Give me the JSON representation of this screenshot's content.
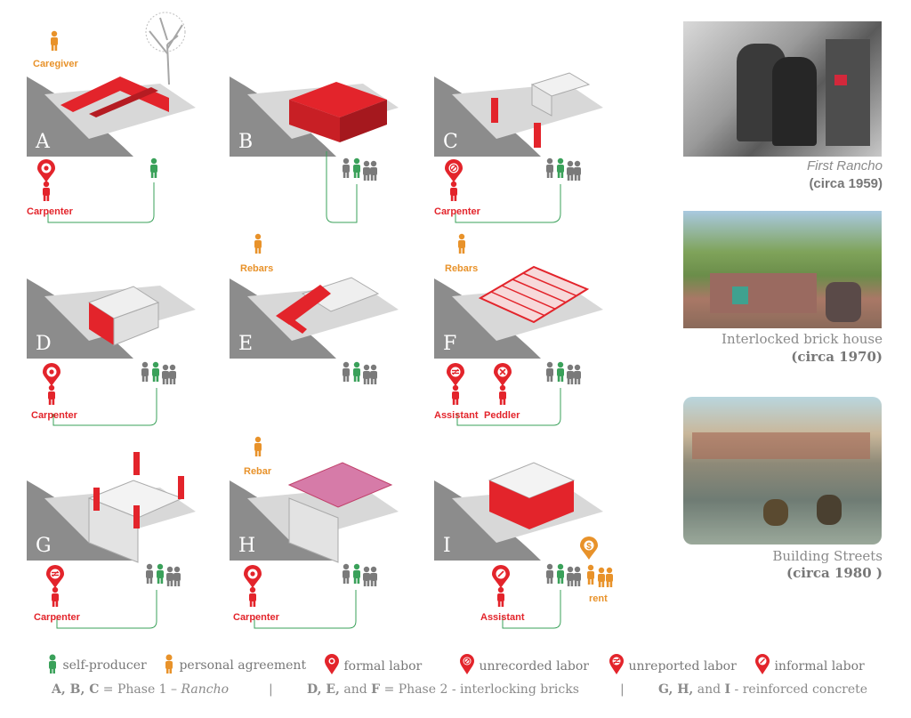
{
  "panels": [
    {
      "letter": "A",
      "label_top": "Caregiver",
      "label_bottom": "Carpenter",
      "bottom_icon": "formal-labor-icon"
    },
    {
      "letter": "B",
      "label_top": "",
      "label_bottom": "",
      "bottom_icon": ""
    },
    {
      "letter": "C",
      "label_top": "",
      "label_bottom": "Carpenter",
      "bottom_icon": "unrecorded-labor-icon"
    },
    {
      "letter": "D",
      "label_top": "",
      "label_bottom": "Carpenter",
      "bottom_icon": "formal-labor-icon"
    },
    {
      "letter": "E",
      "label_top": "Rebars",
      "label_bottom": "",
      "bottom_icon": ""
    },
    {
      "letter": "F",
      "label_top": "Rebars",
      "label_bottom": "Assistant",
      "label_bottom2": "Peddler",
      "bottom_icon": "unreported-labor-icon"
    },
    {
      "letter": "G",
      "label_top": "",
      "label_bottom": "Carpenter",
      "bottom_icon": "unreported-labor-icon"
    },
    {
      "letter": "H",
      "label_top": "Rebar",
      "label_bottom": "Carpenter",
      "bottom_icon": "formal-labor-icon"
    },
    {
      "letter": "I",
      "label_top": "",
      "label_bottom": "Assistant",
      "label_extra": "rent",
      "bottom_icon": "informal-labor-icon"
    }
  ],
  "photos": [
    {
      "caption_line1": "First Rancho",
      "caption_line2": "(circa 1959)"
    },
    {
      "caption_line1": "Interlocked brick house",
      "caption_line2": "(circa 1970)"
    },
    {
      "caption_line1": "Building Streets",
      "caption_line2": "(circa 1980 )"
    }
  ],
  "legend": [
    {
      "label": "self-producer",
      "icon": "self-producer-icon",
      "color": "#3aa15a"
    },
    {
      "label": "personal agreement",
      "icon": "personal-agreement-icon",
      "color": "#e8922a"
    },
    {
      "label": "formal labor",
      "icon": "formal-labor-icon",
      "color": "#e3242b"
    },
    {
      "label": "unrecorded labor",
      "icon": "unrecorded-labor-icon",
      "color": "#e3242b"
    },
    {
      "label": "unreported labor",
      "icon": "unreported-labor-icon",
      "color": "#e3242b"
    },
    {
      "label": "informal labor",
      "icon": "informal-labor-icon",
      "color": "#e3242b"
    }
  ],
  "phases": {
    "p1_letters": "A, B, C",
    "p1_rest": " = Phase 1 – ",
    "p1_name": "Rancho",
    "sep": "|",
    "p2_letters": "D, E,",
    "p2_and": " and ",
    "p2_f": "F",
    "p2_rest": " = Phase 2 - interlocking bricks",
    "p3_letters": "G, H,",
    "p3_and": " and ",
    "p3_i": "I",
    "p3_rest": " - reinforced concrete"
  },
  "colors": {
    "red": "#e3242b",
    "green": "#3aa15a",
    "orange": "#e8922a",
    "gray": "#7a7a7a",
    "slope": "#8c8c8c"
  }
}
